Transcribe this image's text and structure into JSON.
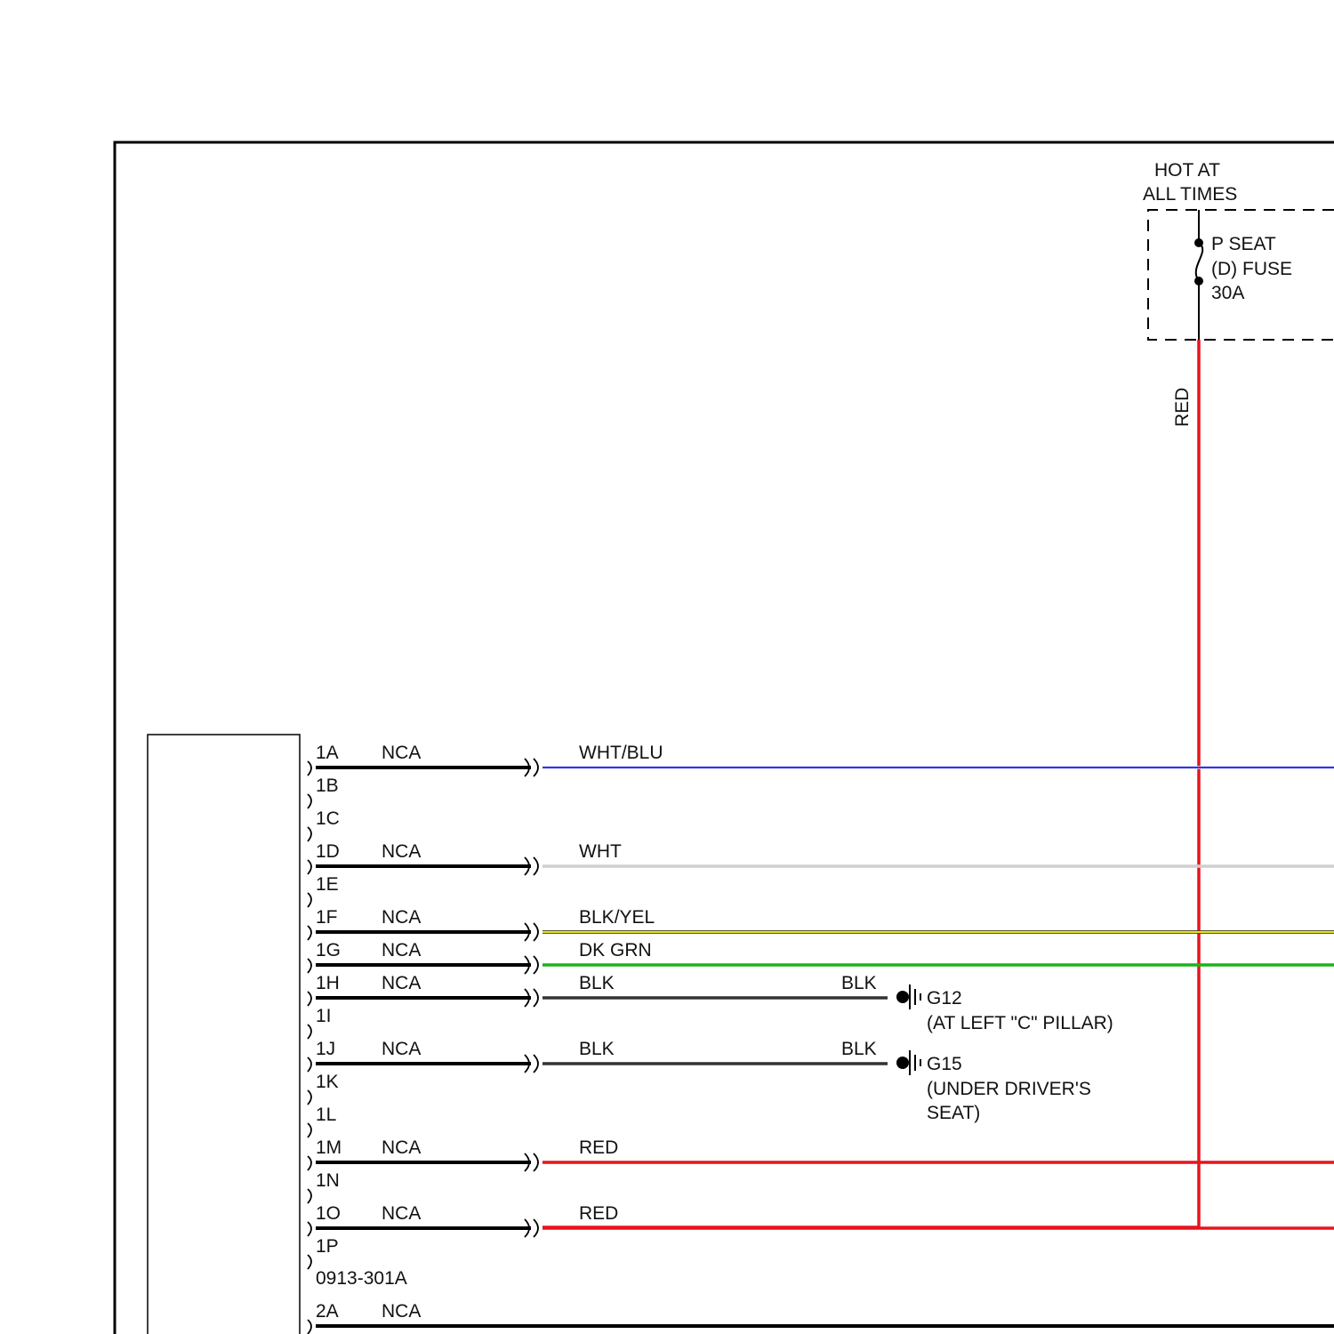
{
  "power_source": {
    "hot_line1": "HOT AT",
    "hot_line2": "ALL TIMES",
    "fuse_line1": "P SEAT",
    "fuse_line2": "(D) FUSE",
    "fuse_line3": "30A",
    "feed_wire_color": "RED"
  },
  "connector": {
    "part_number": "0913-301A",
    "pins": [
      {
        "pin": "1A",
        "nca": "NCA",
        "wire": "WHT/BLU"
      },
      {
        "pin": "1B"
      },
      {
        "pin": "1C"
      },
      {
        "pin": "1D",
        "nca": "NCA",
        "wire": "WHT"
      },
      {
        "pin": "1E"
      },
      {
        "pin": "1F",
        "nca": "NCA",
        "wire": "BLK/YEL"
      },
      {
        "pin": "1G",
        "nca": "NCA",
        "wire": "DK GRN"
      },
      {
        "pin": "1H",
        "nca": "NCA",
        "wire": "BLK",
        "wire_end": "BLK"
      },
      {
        "pin": "1I"
      },
      {
        "pin": "1J",
        "nca": "NCA",
        "wire": "BLK",
        "wire_end": "BLK"
      },
      {
        "pin": "1K"
      },
      {
        "pin": "1L"
      },
      {
        "pin": "1M",
        "nca": "NCA",
        "wire": "RED"
      },
      {
        "pin": "1N"
      },
      {
        "pin": "1O",
        "nca": "NCA",
        "wire": "RED"
      },
      {
        "pin": "1P"
      }
    ],
    "pin2": {
      "pin": "2A",
      "nca": "NCA"
    }
  },
  "grounds": [
    {
      "id": "G12",
      "loc_line1": "(AT LEFT \"C\" PILLAR)"
    },
    {
      "id": "G15",
      "loc_line1": "(UNDER DRIVER'S",
      "loc_line2": "SEAT)"
    }
  ],
  "colors": {
    "red": "#e8141b",
    "blue": "#3a35e0",
    "white_wire": "#cfcfcf",
    "yellow": "#e6e02a",
    "green": "#19b419",
    "black_wire": "#333333"
  }
}
